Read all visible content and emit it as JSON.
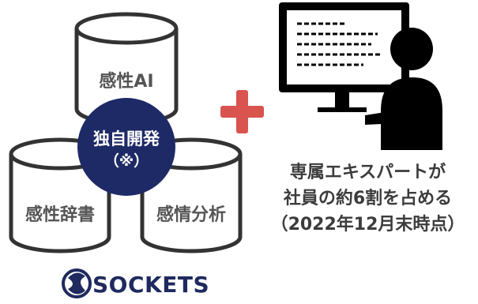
{
  "cylinders": {
    "top": "感性AI",
    "left": "感性辞書",
    "right": "感情分析"
  },
  "badge": {
    "line1": "独自開発",
    "line2": "（※）"
  },
  "caption": {
    "line1": "専属エキスパートが",
    "line2": "社員の約6割を占める",
    "line3": "（2022年12月末時点）"
  },
  "logo": {
    "text": "SOCKETS"
  },
  "colors": {
    "cylinder_stroke": "#333333",
    "badge_fill": "#1e2a66",
    "plus": "#d9534f",
    "logo": "#1f2a5e",
    "caption_text": "#3c3c3c"
  },
  "icons": {
    "plus": "plus-icon",
    "person_at_computer": "person-computer-icon",
    "logo_mark": "sockets-logo-icon"
  }
}
